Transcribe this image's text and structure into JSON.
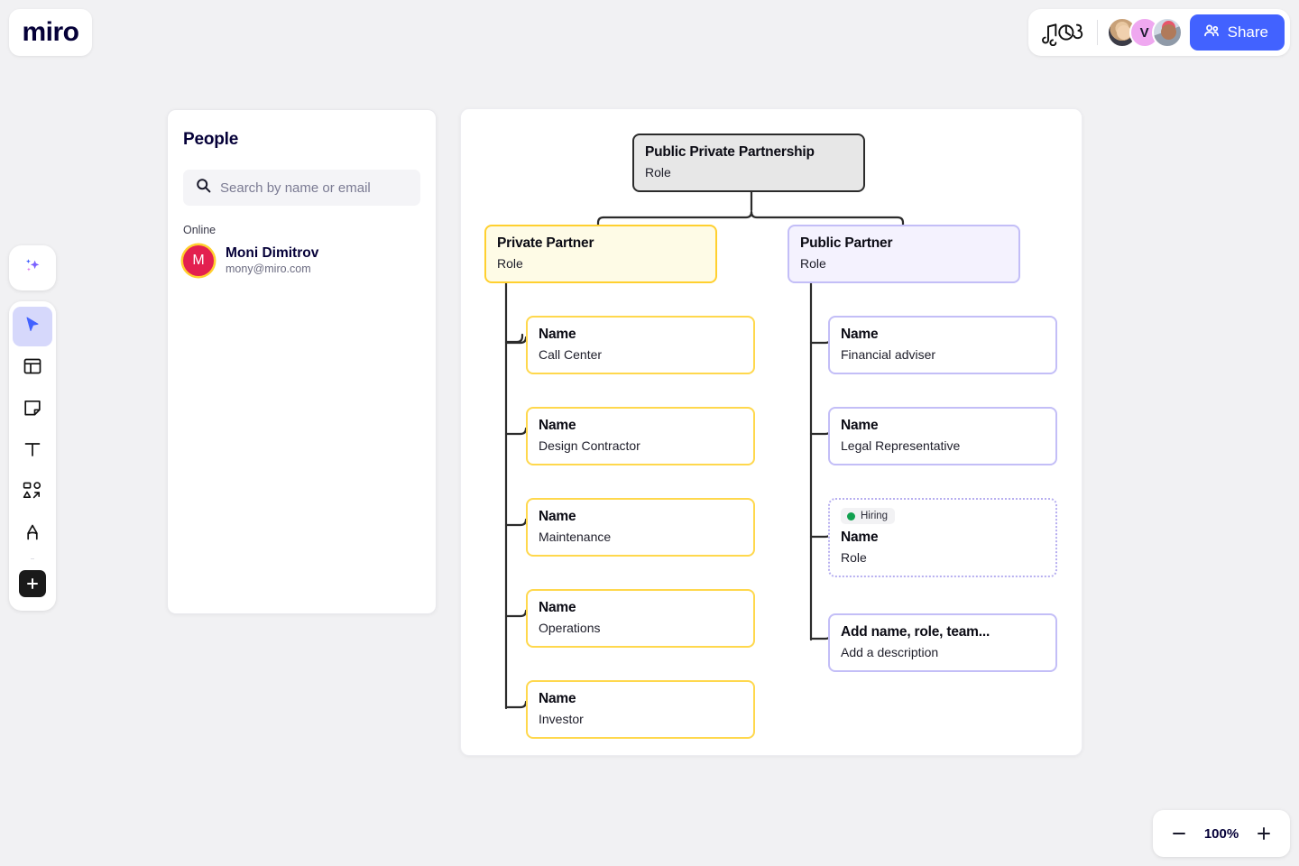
{
  "app": {
    "logo": "miro"
  },
  "topbar": {
    "doodle_icon": "music-notes-doodle-icon",
    "avatars": [
      {
        "name": "collaborator-avatar-1",
        "initial": ""
      },
      {
        "name": "collaborator-avatar-2",
        "initial": "V"
      },
      {
        "name": "collaborator-avatar-3",
        "initial": ""
      }
    ],
    "share_label": "Share"
  },
  "toolbar": {
    "items": [
      {
        "name": "ai-sparkle-tool",
        "icon": "sparkle-icon",
        "active": false
      },
      {
        "name": "select-tool",
        "icon": "cursor-icon",
        "active": true
      },
      {
        "name": "templates-tool",
        "icon": "layout-icon",
        "active": false
      },
      {
        "name": "sticky-note-tool",
        "icon": "sticky-note-icon",
        "active": false
      },
      {
        "name": "text-tool",
        "icon": "text-t-icon",
        "active": false
      },
      {
        "name": "shapes-connectors-tool",
        "icon": "shapes-arrow-icon",
        "active": false
      },
      {
        "name": "pen-tool",
        "icon": "pen-nib-icon",
        "active": false
      },
      {
        "name": "more-apps-tool",
        "icon": "plus-icon",
        "active": false
      }
    ]
  },
  "people_panel": {
    "title": "People",
    "search": {
      "placeholder": "Search by name or email",
      "value": "",
      "icon": "search-icon"
    },
    "section_label": "Online",
    "members": [
      {
        "initial": "M",
        "name": "Moni Dimitrov",
        "email": "mony@miro.com"
      }
    ]
  },
  "org_chart": {
    "root": {
      "title": "Public Private Partnership",
      "subtitle": "Role"
    },
    "branches": [
      {
        "id": "private",
        "parent": {
          "title": "Private Partner",
          "subtitle": "Role"
        },
        "children": [
          {
            "title": "Name",
            "subtitle": "Call Center"
          },
          {
            "title": "Name",
            "subtitle": "Design Contractor"
          },
          {
            "title": "Name",
            "subtitle": "Maintenance"
          },
          {
            "title": "Name",
            "subtitle": "Operations"
          },
          {
            "title": "Name",
            "subtitle": "Investor"
          }
        ]
      },
      {
        "id": "public",
        "parent": {
          "title": "Public Partner",
          "subtitle": "Role"
        },
        "children": [
          {
            "title": "Name",
            "subtitle": "Financial adviser"
          },
          {
            "title": "Name",
            "subtitle": "Legal Representative"
          },
          {
            "title": "Name",
            "subtitle": "Role",
            "badge": "Hiring"
          },
          {
            "title": "Add name, role, team...",
            "subtitle": "Add a description"
          }
        ]
      }
    ]
  },
  "zoom": {
    "out_label": "−",
    "value": "100%",
    "in_label": "+"
  },
  "colors": {
    "accent_blue": "#4262ff",
    "yellow_border": "#ffd84d",
    "yellow_fill": "#fefbe6",
    "purple_border": "#c3bef7",
    "purple_fill": "#f4f2fe",
    "root_fill": "#e7e7e7",
    "hiring_dot": "#12a150",
    "avatar_red": "#e3204f",
    "canvas_bg": "#f1f1f3"
  }
}
